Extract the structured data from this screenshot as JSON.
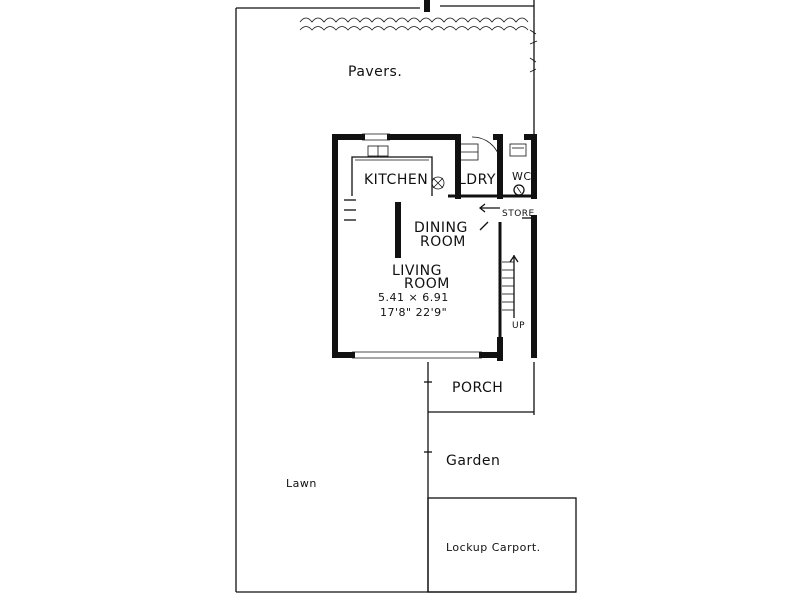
{
  "labels": {
    "pavers": "Pavers.",
    "kitchen": "KITCHEN",
    "ldry": "LDRY",
    "wc": "WC",
    "store": "STORE",
    "dining": "DINING",
    "dining_room": "ROOM",
    "living": "LIVING",
    "living_room": "ROOM",
    "dim_metric": "5.41 × 6.91",
    "dim_imperial": "17'8\"  22'9\"",
    "porch": "PORCH",
    "garden": "Garden",
    "lawn": "Lawn",
    "carport": "Lockup Carport.",
    "up": "UP"
  }
}
